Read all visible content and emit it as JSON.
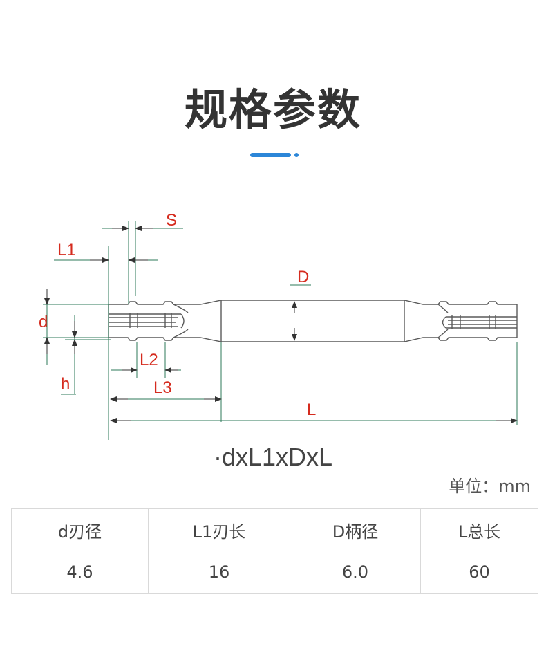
{
  "heading": {
    "title": "规格参数"
  },
  "accent_color": "#2c86d8",
  "drawing": {
    "labels": {
      "S": "S",
      "L1": "L1",
      "D": "D",
      "d": "d",
      "L2": "L2",
      "h": "h",
      "L3": "L3",
      "L": "L"
    },
    "label_color": "#d52b1e",
    "line_color": "#5a5a5a",
    "dimension_color": "#2e7a5a"
  },
  "formula": "·dxL1xDxL",
  "unit_text": "单位：mm",
  "spec_table": {
    "headers": [
      "d刃径",
      "L1刃长",
      "D柄径",
      "L总长"
    ],
    "rows": [
      [
        "4.6",
        "16",
        "6.0",
        "60"
      ]
    ]
  }
}
